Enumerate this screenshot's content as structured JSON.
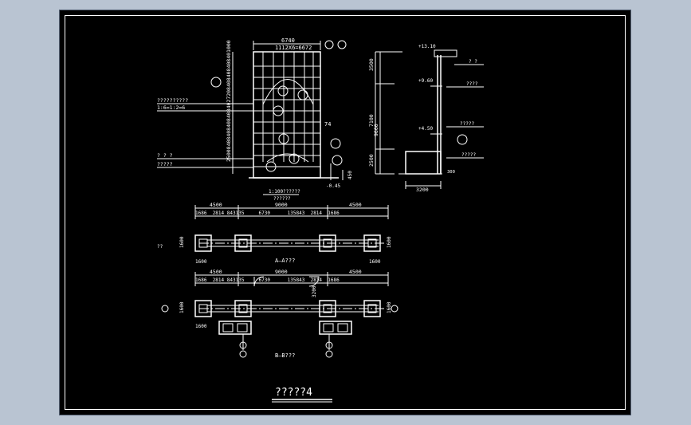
{
  "colors": {
    "background": "#b9c4d2",
    "paper": "#000000",
    "line": "#ffffff"
  },
  "elevation": {
    "top_width": "6740",
    "top_sub": "1112X6=6672",
    "left_dims": [
      "1000",
      "840",
      "840",
      "840",
      "840",
      "2720",
      "840",
      "840",
      "840",
      "840",
      "840",
      "2500"
    ],
    "callout_left_1": "??????????",
    "callout_left_2": "1:6=1:2=6",
    "callout_left_3": "? ? ?",
    "callout_left_4": "?????",
    "caption": "1:100??????",
    "caption_sub": "??????",
    "bottom_dim": "450",
    "level": "-0.45"
  },
  "section": {
    "top_level": "+13.10",
    "level_mid": "+9.60",
    "level_low": "+4.50",
    "dims_left": [
      "3500",
      "7100",
      "2500"
    ],
    "dim_total": "9600",
    "note_1": "? ?",
    "note_2": "????",
    "note_3": "?????",
    "note_4": "?????",
    "base_width": "3200",
    "base_dim": "300"
  },
  "plan_a": {
    "dims_top": [
      "4500",
      "9000",
      "4500"
    ],
    "dims_sub": [
      "1686",
      "2814",
      "843",
      "135",
      "6730",
      "135",
      "843",
      "2814",
      "1686"
    ],
    "side_dim": "1600",
    "bottom_dim": "1600",
    "caption": "A—A???",
    "side_label": "??"
  },
  "plan_b": {
    "dims_top": [
      "4500",
      "9000",
      "4500"
    ],
    "dims_sub": [
      "1686",
      "2814",
      "843",
      "135",
      "6730",
      "135",
      "843",
      "2814",
      "1686"
    ],
    "side_dim": "1600",
    "bottom_dim": "1600",
    "mid_dim": "3200",
    "caption": "B—B???"
  },
  "title": "?????4"
}
